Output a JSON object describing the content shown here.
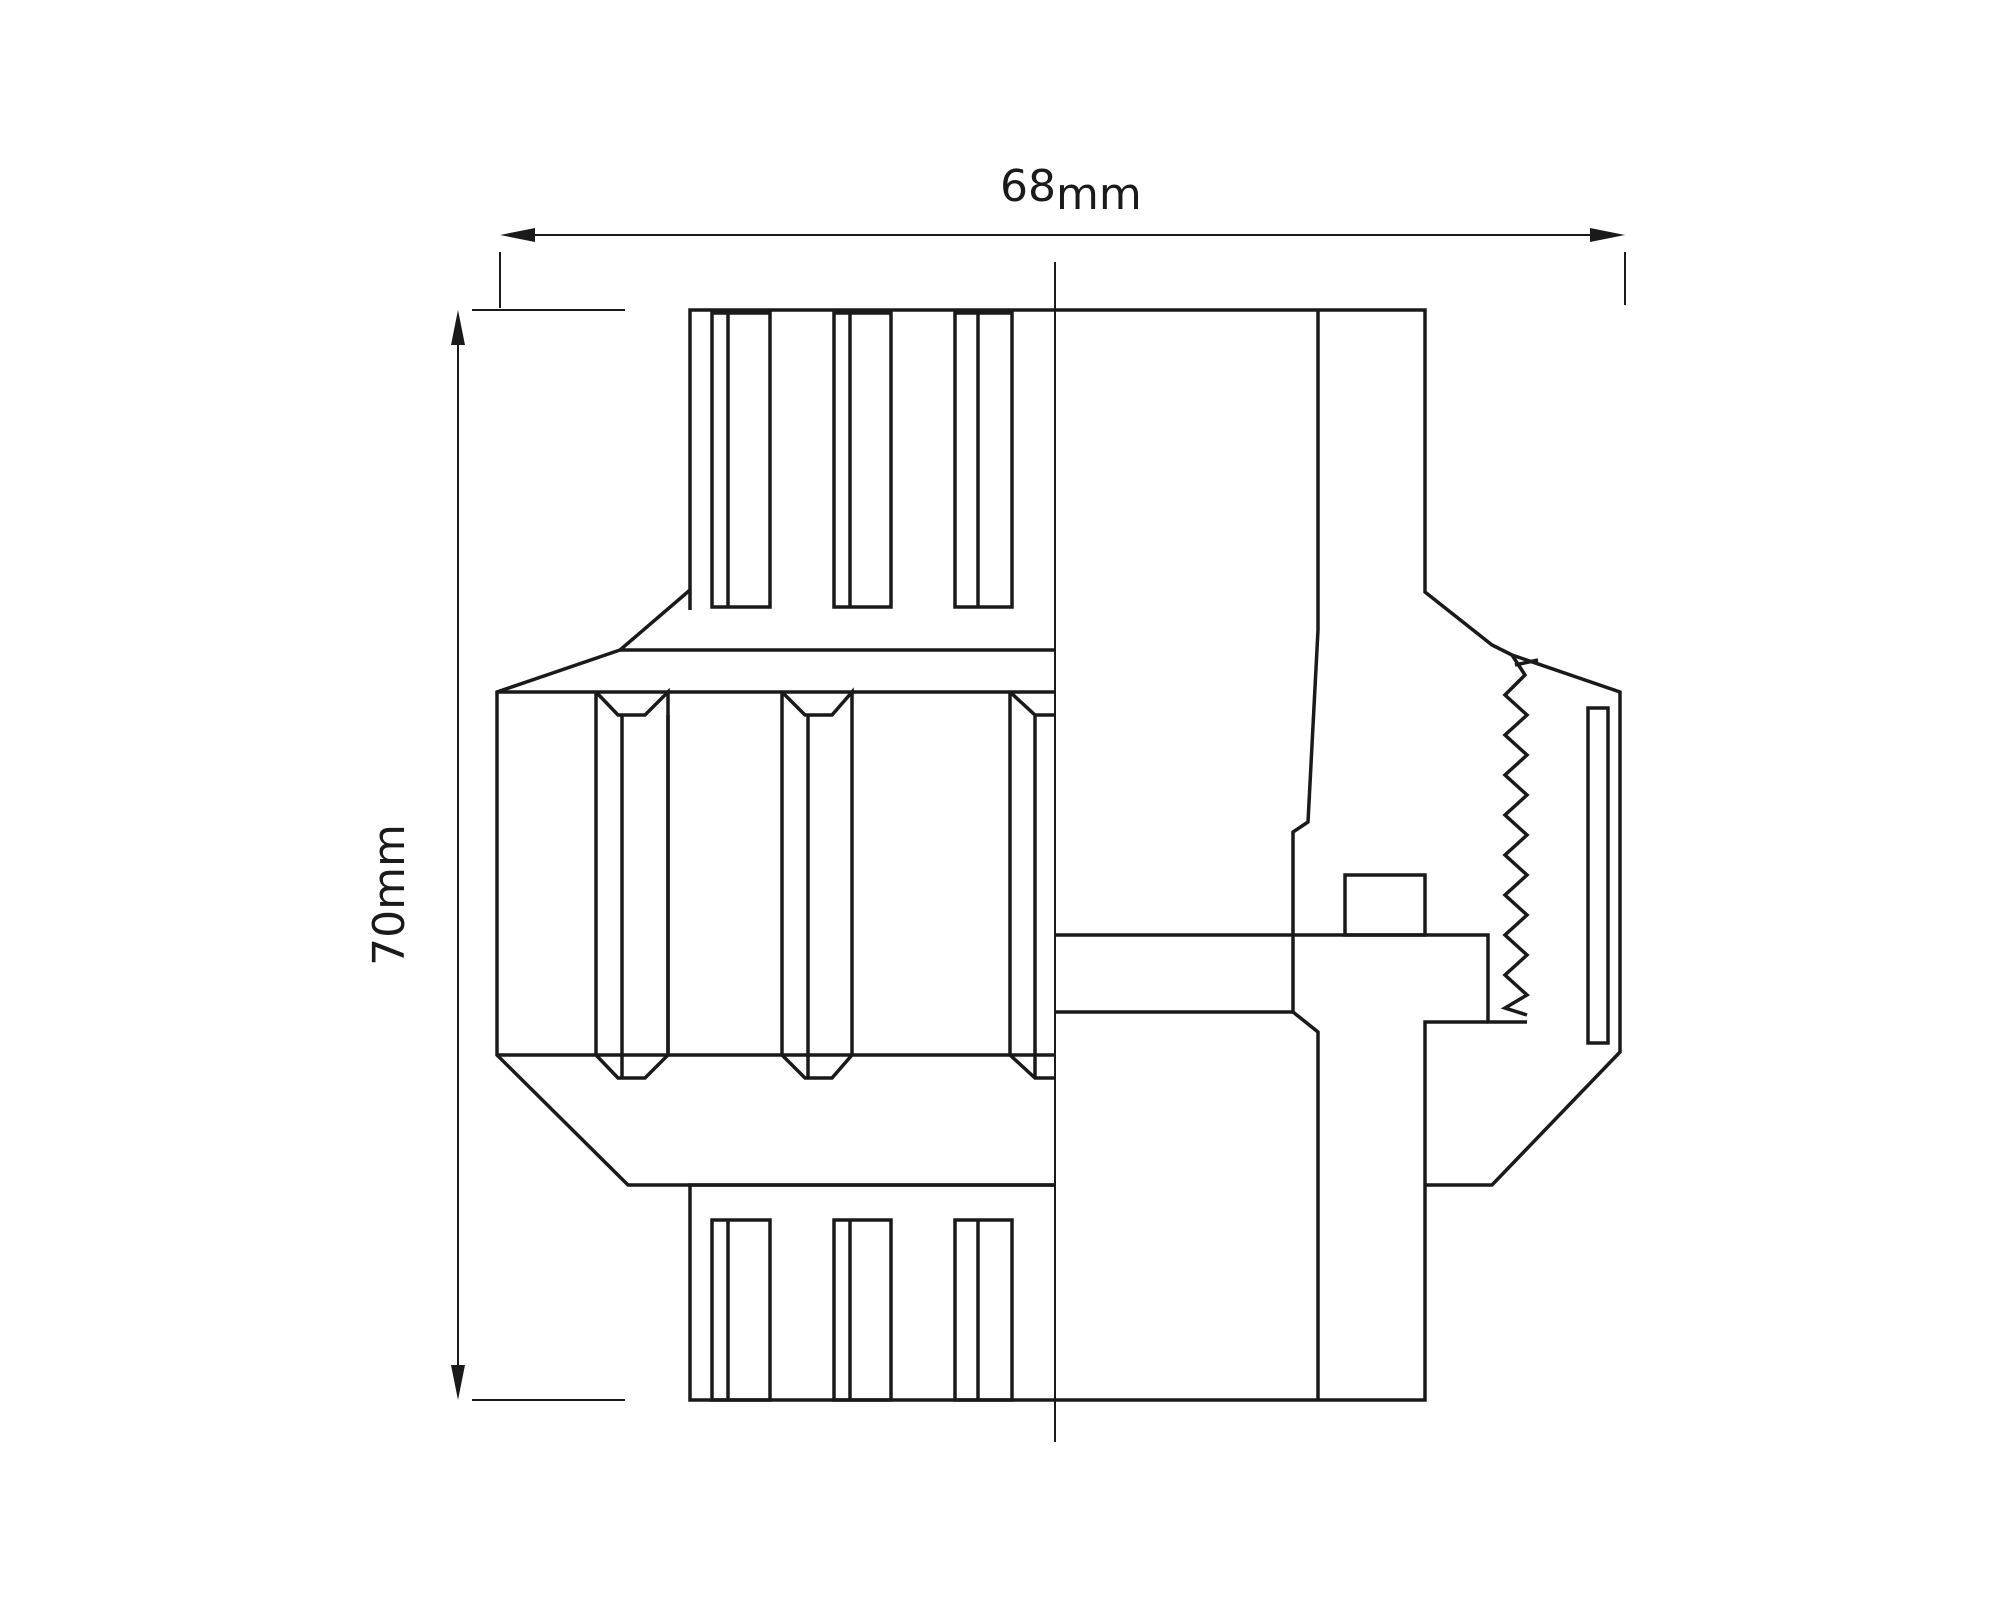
{
  "dimensions": {
    "width_value": "68",
    "width_unit": "mm",
    "height_value": "70",
    "height_unit": "mm"
  },
  "colors": {
    "line": "#1a1a1a",
    "background": "#ffffff"
  }
}
